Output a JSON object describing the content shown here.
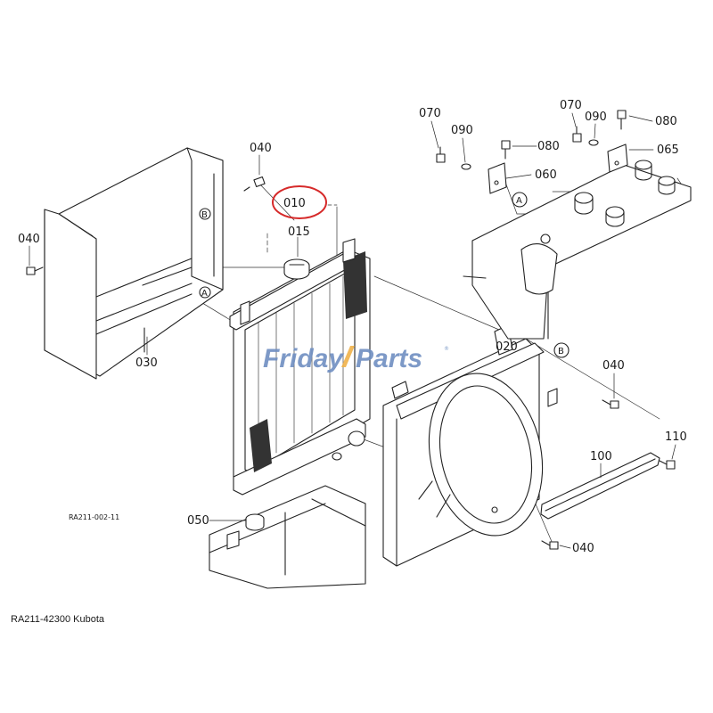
{
  "diagram": {
    "drawing_code": "RA211-002-11",
    "caption": "RA211-42300 Kubota",
    "watermark": {
      "text_part1": "Friday",
      "text_part2": "Parts",
      "registered_mark": "®",
      "color_blue": "#6f8fc2",
      "color_orange": "#f0b24a"
    },
    "highlight_color": "#d62a2a",
    "parts": {
      "p010": "010",
      "p015": "015",
      "p020": "020",
      "p030": "030",
      "p040": "040",
      "p050": "050",
      "p060": "060",
      "p065": "065",
      "p070": "070",
      "p080": "080",
      "p090": "090",
      "p100": "100",
      "p110": "110"
    },
    "ref_letters": {
      "a": "A",
      "b": "B"
    }
  }
}
